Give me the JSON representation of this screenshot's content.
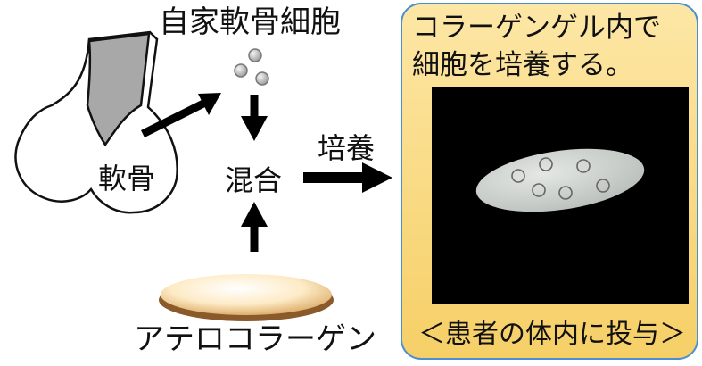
{
  "labels": {
    "autologous_cells": "自家軟骨細胞",
    "cartilage": "軟骨",
    "mix": "混合",
    "culture": "培養",
    "atelocollagen": "アテロコラーゲン"
  },
  "panel": {
    "line1": "コラーゲンゲル内で",
    "line2": "細胞を培養する。",
    "footer": "＜患者の体内に投与＞"
  },
  "colors": {
    "panel_fill": "#fbd97a",
    "panel_border": "#4a8fd0",
    "bone_gray": "#a8a8a8",
    "photo_bg": "#000000",
    "disc_fill": "#c8ccc9"
  }
}
